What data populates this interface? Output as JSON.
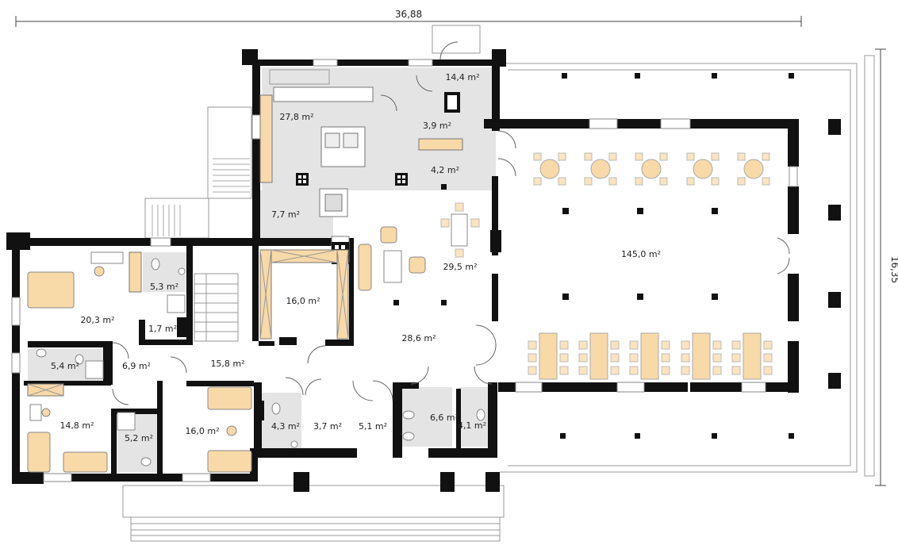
{
  "dimensions": {
    "width_label": "36,88",
    "height_label": "16,35"
  },
  "rooms": {
    "r_14_4": "14,4 m²",
    "r_27_8": "27,8 m²",
    "r_3_9": "3,9 m²",
    "r_4_2": "4,2 m²",
    "r_7_7": "7,7 m²",
    "r_29_5": "29,5 m²",
    "r_145": "145,0 m²",
    "r_16_0a": "16,0 m²",
    "r_28_6": "28,6 m²",
    "r_5_3": "5,3 m²",
    "r_20_3": "20,3 m²",
    "r_1_7": "1,7 m²",
    "r_5_4": "5,4 m²",
    "r_6_9": "6,9 m²",
    "r_15_8": "15,8 m²",
    "r_14_8": "14,8 m²",
    "r_5_2": "5,2 m²",
    "r_16_0b": "16,0 m²",
    "r_4_3": "4,3 m²",
    "r_3_7": "3,7 m²",
    "r_5_1": "5,1 m²",
    "r_6_6": "6,6 m²",
    "r_4_1": "4,1 m²"
  },
  "colors": {
    "wall": "#111111",
    "wet_floor": "#e4e4e4",
    "furniture": "#f8d9a8",
    "outline": "#999999",
    "window": "#c9d6e3"
  }
}
